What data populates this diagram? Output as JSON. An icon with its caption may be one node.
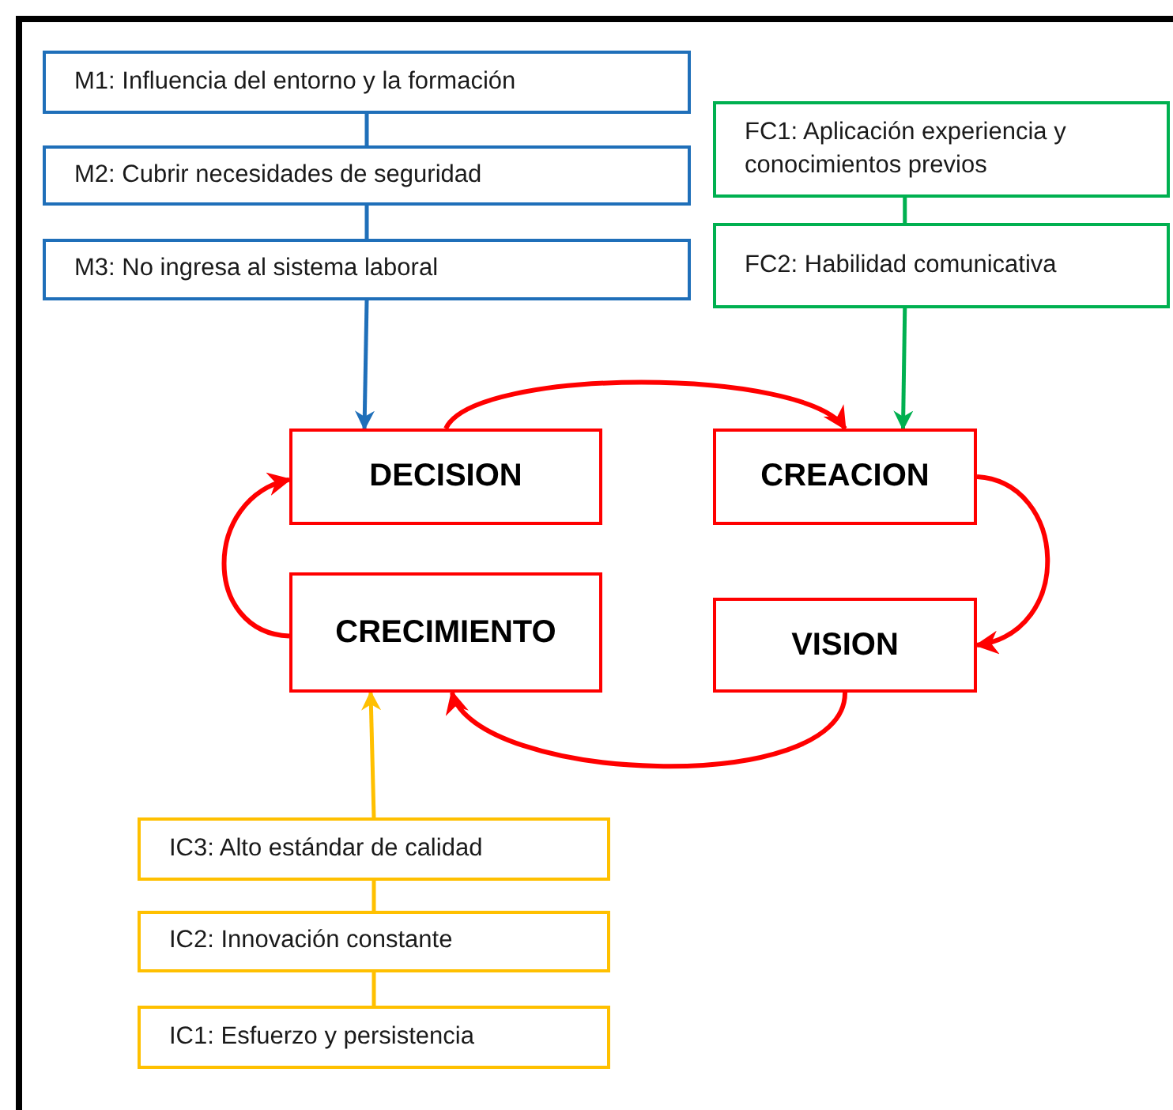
{
  "diagram": {
    "nodes": [
      {
        "text": [
          "M1: Influencia del entorno y la formación"
        ]
      },
      {
        "text": [
          "M2: Cubrir necesidades de seguridad"
        ]
      },
      {
        "text": [
          "M3: No ingresa al sistema laboral"
        ]
      },
      {
        "text": [
          "FC1: Aplicación experiencia y conocimientos previos"
        ]
      },
      {
        "text": [
          "FC2: Habilidad comunicativa"
        ]
      },
      {
        "text": [
          "DECISION"
        ]
      },
      {
        "text": [
          "CREACION"
        ]
      },
      {
        "text": [
          "CRECIMIENTO"
        ]
      },
      {
        "text": [
          "VISION"
        ]
      },
      {
        "text": [
          "IC3: Alto estándar de calidad"
        ]
      },
      {
        "text": [
          "IC2: Innovación constante"
        ]
      },
      {
        "text": [
          "IC1: Esfuerzo y persistencia"
        ]
      }
    ],
    "edges": [
      {
        "from": 0,
        "to": 1,
        "arrow": "none",
        "color": "#1f6fb9"
      },
      {
        "from": 1,
        "to": 2,
        "arrow": "none",
        "color": "#1f6fb9"
      },
      {
        "from": 2,
        "to": 5,
        "arrow": "to",
        "color": "#1f6fb9"
      },
      {
        "from": 3,
        "to": 4,
        "arrow": "none",
        "color": "#00b050"
      },
      {
        "from": 4,
        "to": 6,
        "arrow": "to",
        "color": "#00b050"
      },
      {
        "from": 5,
        "to": 6,
        "arrow": "to"
      },
      {
        "from": 6,
        "to": 8,
        "arrow": "to"
      },
      {
        "from": 8,
        "to": 7,
        "arrow": "to"
      },
      {
        "from": 7,
        "to": 5,
        "arrow": "to"
      },
      {
        "from": 9,
        "to": 7,
        "arrow": "to",
        "color": "#ffc000"
      },
      {
        "from": 9,
        "to": 10,
        "arrow": "none",
        "color": "#ffc000"
      },
      {
        "from": 10,
        "to": 11,
        "arrow": "none",
        "color": "#ffc000"
      }
    ]
  }
}
